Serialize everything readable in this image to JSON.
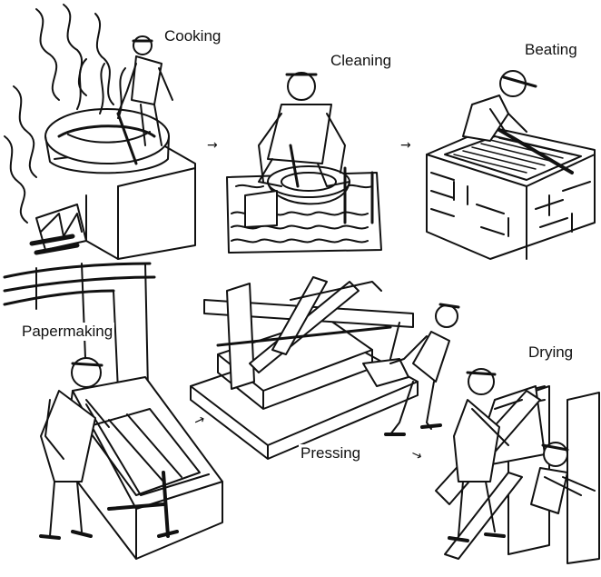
{
  "steps": [
    {
      "label": "Cooking"
    },
    {
      "label": "Cleaning"
    },
    {
      "label": "Beating"
    },
    {
      "label": "Papermaking"
    },
    {
      "label": "Pressing"
    },
    {
      "label": "Drying"
    }
  ],
  "arrow_glyph": "→"
}
